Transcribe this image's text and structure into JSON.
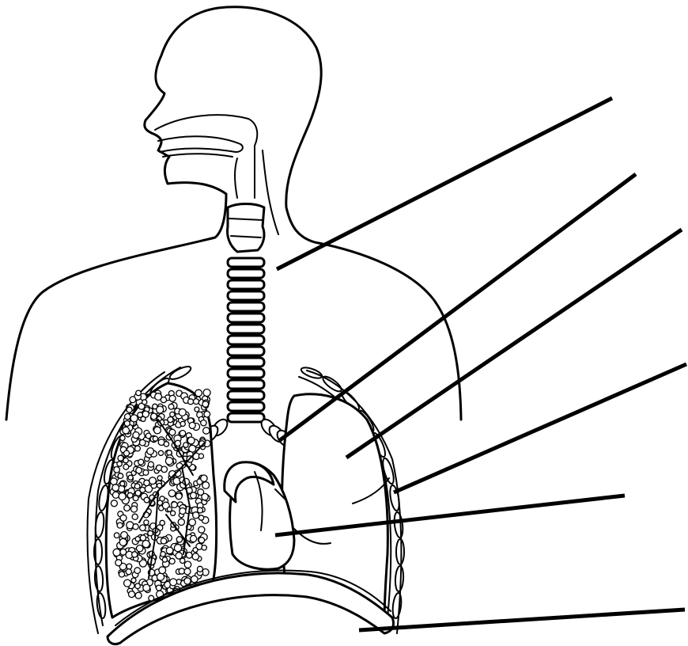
{
  "diagram": {
    "subject": "human-respiratory-system",
    "labels": [
      {
        "id": "label-1",
        "text": ""
      },
      {
        "id": "label-2",
        "text": ""
      },
      {
        "id": "label-3",
        "text": ""
      },
      {
        "id": "label-4",
        "text": ""
      },
      {
        "id": "label-5",
        "text": ""
      },
      {
        "id": "label-6",
        "text": ""
      }
    ],
    "colors": {
      "line": "#000000",
      "background": "#ffffff"
    }
  }
}
